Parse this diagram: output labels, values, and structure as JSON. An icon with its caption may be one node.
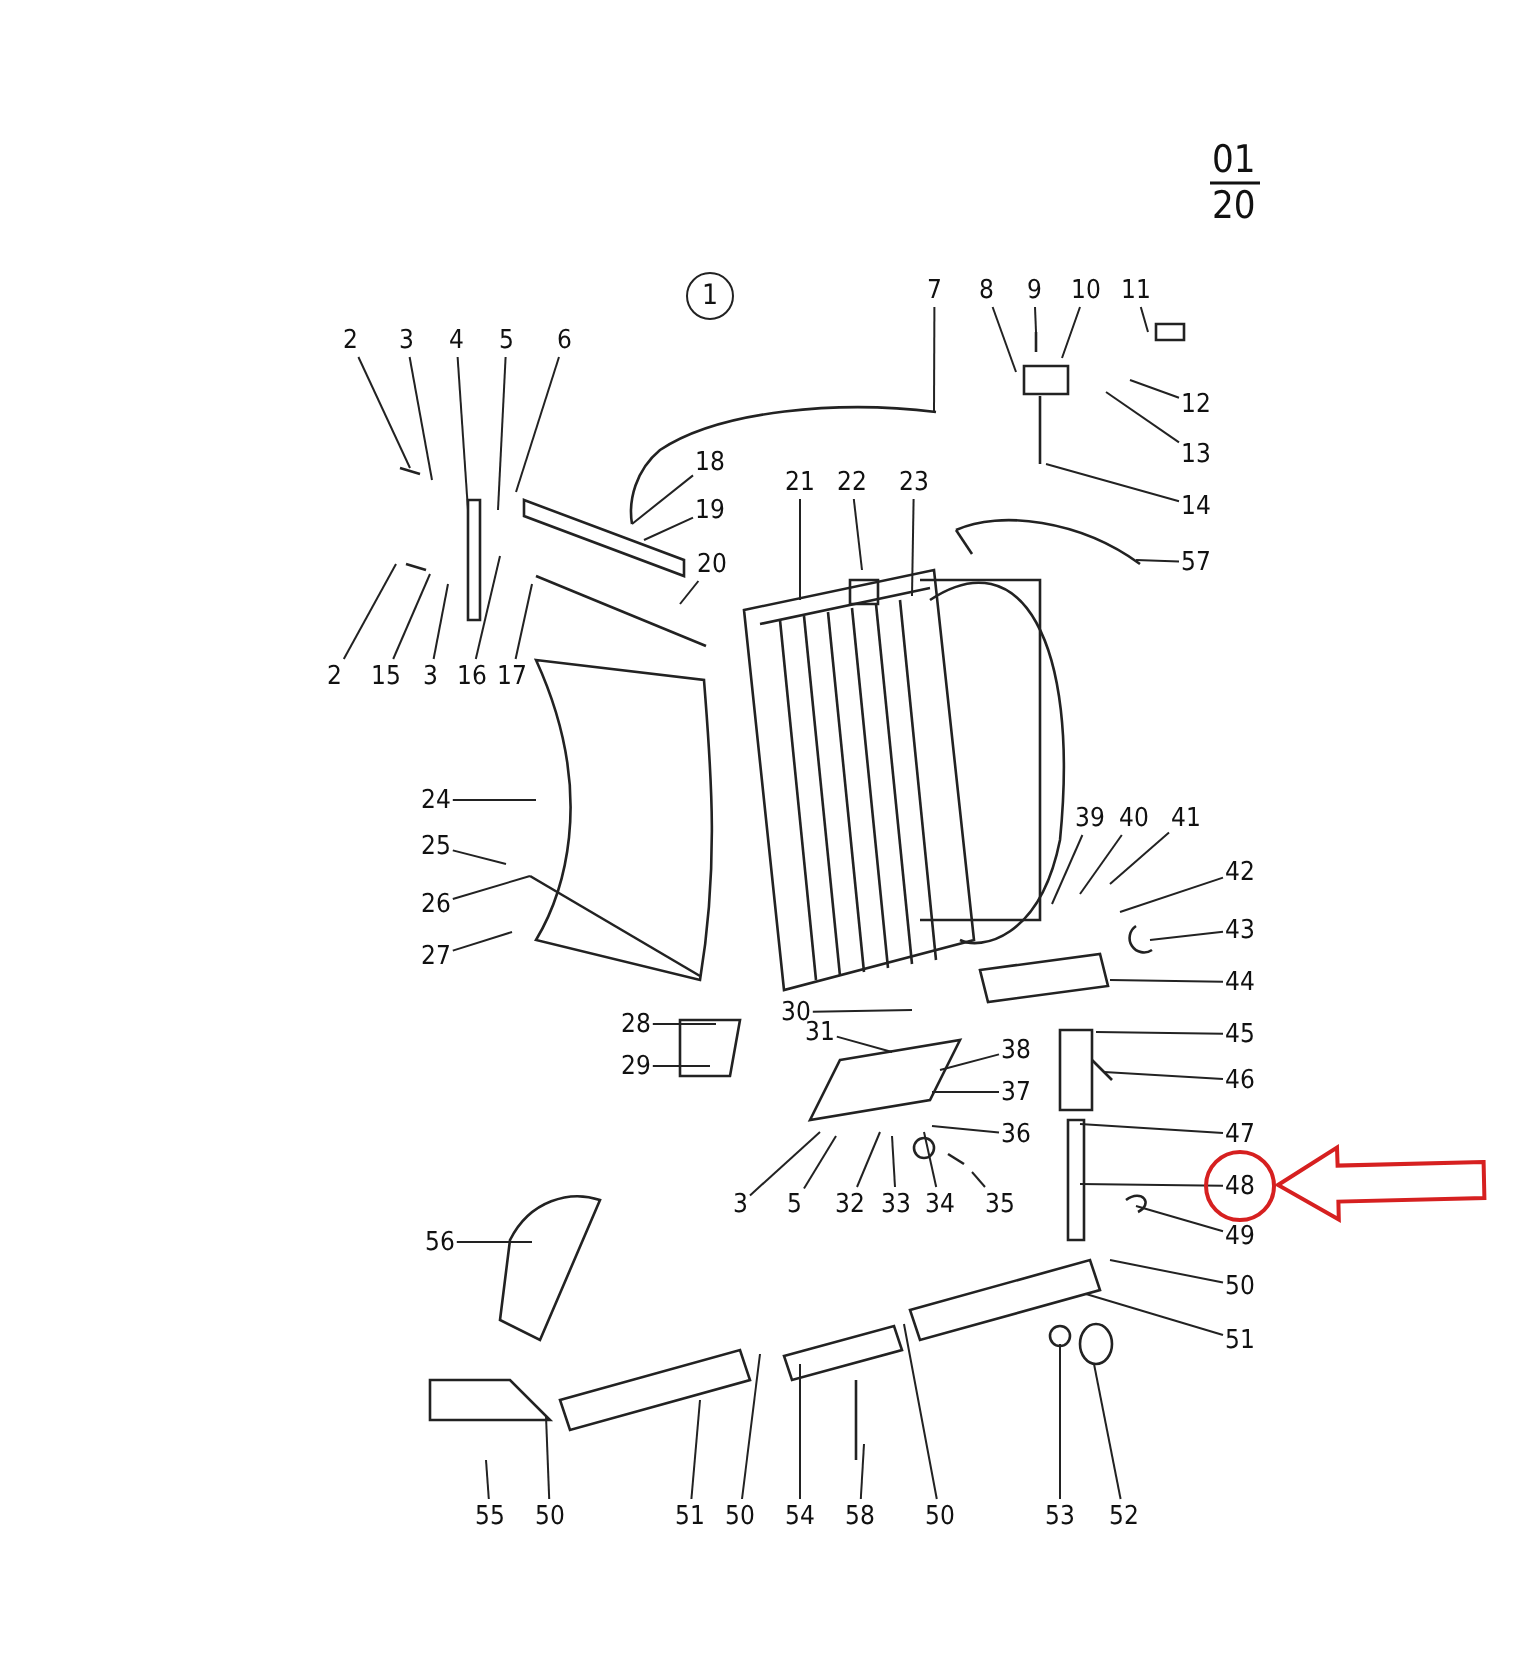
{
  "diagram": {
    "nodes": [
      {
        "text": [
          "1"
        ]
      },
      {
        "text": [
          "7"
        ]
      },
      {
        "text": [
          "8"
        ]
      },
      {
        "text": [
          "9"
        ]
      },
      {
        "text": [
          "10"
        ]
      },
      {
        "text": [
          "11"
        ]
      },
      {
        "text": [
          "2"
        ]
      },
      {
        "text": [
          "3"
        ]
      },
      {
        "text": [
          "4"
        ]
      },
      {
        "text": [
          "5"
        ]
      },
      {
        "text": [
          "6"
        ]
      },
      {
        "text": [
          "12"
        ]
      },
      {
        "text": [
          "13"
        ]
      },
      {
        "text": [
          "18"
        ]
      },
      {
        "text": [
          "21"
        ]
      },
      {
        "text": [
          "22"
        ]
      },
      {
        "text": [
          "23"
        ]
      },
      {
        "text": [
          "14"
        ]
      },
      {
        "text": [
          "19"
        ]
      },
      {
        "text": [
          "57"
        ]
      },
      {
        "text": [
          "20"
        ]
      },
      {
        "text": [
          "2"
        ]
      },
      {
        "text": [
          "15"
        ]
      },
      {
        "text": [
          "3"
        ]
      },
      {
        "text": [
          "16"
        ]
      },
      {
        "text": [
          "17"
        ]
      },
      {
        "text": [
          "24"
        ]
      },
      {
        "text": [
          "39"
        ]
      },
      {
        "text": [
          "40"
        ]
      },
      {
        "text": [
          "41"
        ]
      },
      {
        "text": [
          "25"
        ]
      },
      {
        "text": [
          "42"
        ]
      },
      {
        "text": [
          "26"
        ]
      },
      {
        "text": [
          "43"
        ]
      },
      {
        "text": [
          "27"
        ]
      },
      {
        "text": [
          "44"
        ]
      },
      {
        "text": [
          "30"
        ]
      },
      {
        "text": [
          "28"
        ]
      },
      {
        "text": [
          "31"
        ]
      },
      {
        "text": [
          "45"
        ]
      },
      {
        "text": [
          "38"
        ]
      },
      {
        "text": [
          "29"
        ]
      },
      {
        "text": [
          "46"
        ]
      },
      {
        "text": [
          "37"
        ]
      },
      {
        "text": [
          "36"
        ]
      },
      {
        "text": [
          "47"
        ]
      },
      {
        "text": [],
        "shape": "circle"
      },
      {
        "text": [
          "48"
        ],
        "in": 46
      },
      {
        "text": [
          "3"
        ]
      },
      {
        "text": [
          "5"
        ]
      },
      {
        "text": [
          "32"
        ]
      },
      {
        "text": [
          "33"
        ]
      },
      {
        "text": [
          "34"
        ]
      },
      {
        "text": [
          "35"
        ]
      },
      {
        "text": [
          "49"
        ]
      },
      {
        "text": [
          "56"
        ]
      },
      {
        "text": [
          "50"
        ]
      },
      {
        "text": [
          "51"
        ]
      },
      {
        "text": [
          "55"
        ]
      },
      {
        "text": [
          "50"
        ]
      },
      {
        "text": [
          "51"
        ]
      },
      {
        "text": [
          "50"
        ]
      },
      {
        "text": [
          "54"
        ]
      },
      {
        "text": [
          "58"
        ]
      },
      {
        "text": [
          "50"
        ]
      },
      {
        "text": [
          "53"
        ]
      },
      {
        "text": [
          "52"
        ]
      }
    ],
    "edges": [
      {
        "from": 1,
        "to": null,
        "arrow": "none"
      },
      {
        "from": 2,
        "to": null,
        "arrow": "none"
      },
      {
        "from": 3,
        "to": null,
        "arrow": "none"
      },
      {
        "from": 4,
        "to": null,
        "arrow": "none"
      },
      {
        "from": 5,
        "to": null,
        "arrow": "none"
      },
      {
        "from": 6,
        "to": null,
        "arrow": "none"
      },
      {
        "from": 7,
        "to": null,
        "arrow": "none"
      },
      {
        "from": 8,
        "to": null,
        "arrow": "none"
      },
      {
        "from": 9,
        "to": null,
        "arrow": "none"
      },
      {
        "from": 10,
        "to": null,
        "arrow": "none"
      },
      {
        "from": 11,
        "to": null,
        "arrow": "none"
      },
      {
        "from": 12,
        "to": null,
        "arrow": "none"
      },
      {
        "from": 13,
        "to": null,
        "arrow": "none"
      },
      {
        "from": 14,
        "to": null,
        "arrow": "none"
      },
      {
        "from": 15,
        "to": null,
        "arrow": "none"
      },
      {
        "from": 16,
        "to": null,
        "arrow": "none"
      },
      {
        "from": 17,
        "to": null,
        "arrow": "none"
      },
      {
        "from": 18,
        "to": null,
        "arrow": "none"
      },
      {
        "from": 19,
        "to": null,
        "arrow": "none"
      },
      {
        "from": 20,
        "to": null,
        "arrow": "none"
      },
      {
        "from": 21,
        "to": null,
        "arrow": "none"
      },
      {
        "from": 22,
        "to": null,
        "arrow": "none"
      },
      {
        "from": 23,
        "to": null,
        "arrow": "none"
      },
      {
        "from": 24,
        "to": null,
        "arrow": "none"
      },
      {
        "from": 25,
        "to": null,
        "arrow": "none"
      },
      {
        "from": 26,
        "to": null,
        "arrow": "none"
      },
      {
        "from": 27,
        "to": null,
        "arrow": "none"
      },
      {
        "from": 28,
        "to": null,
        "arrow": "none"
      },
      {
        "from": 29,
        "to": null,
        "arrow": "none"
      },
      {
        "from": 30,
        "to": null,
        "arrow": "none"
      },
      {
        "from": 31,
        "to": null,
        "arrow": "none"
      },
      {
        "from": 32,
        "to": null,
        "arrow": "none"
      },
      {
        "from": 33,
        "to": null,
        "arrow": "none"
      },
      {
        "from": 34,
        "to": null,
        "arrow": "none"
      },
      {
        "from": 35,
        "to": null,
        "arrow": "none"
      },
      {
        "from": 36,
        "to": null,
        "arrow": "none"
      },
      {
        "from": 37,
        "to": null,
        "arrow": "none"
      },
      {
        "from": 38,
        "to": null,
        "arrow": "none"
      },
      {
        "from": 39,
        "to": null,
        "arrow": "none"
      },
      {
        "from": 40,
        "to": null,
        "arrow": "none"
      },
      {
        "from": 41,
        "to": null,
        "arrow": "none"
      },
      {
        "from": 42,
        "to": null,
        "arrow": "none"
      },
      {
        "from": 43,
        "to": null,
        "arrow": "none"
      },
      {
        "from": 44,
        "to": null,
        "arrow": "none"
      },
      {
        "from": 45,
        "to": null,
        "arrow": "none"
      },
      {
        "from": 47,
        "to": null,
        "arrow": "none"
      },
      {
        "from": 48,
        "to": null,
        "arrow": "none"
      },
      {
        "from": 49,
        "to": null,
        "arrow": "none"
      },
      {
        "from": 50,
        "to": null,
        "arrow": "none"
      },
      {
        "from": 51,
        "to": null,
        "arrow": "none"
      },
      {
        "from": 52,
        "to": null,
        "arrow": "none"
      },
      {
        "from": 53,
        "to": null,
        "arrow": "none"
      },
      {
        "from": 54,
        "to": null,
        "arrow": "none"
      },
      {
        "from": 55,
        "to": null,
        "arrow": "none"
      },
      {
        "from": 56,
        "to": null,
        "arrow": "none"
      },
      {
        "from": 57,
        "to": null,
        "arrow": "none"
      },
      {
        "from": 58,
        "to": null,
        "arrow": "none"
      },
      {
        "from": 59,
        "to": null,
        "arrow": "none"
      },
      {
        "from": 60,
        "to": null,
        "arrow": "none"
      },
      {
        "from": 61,
        "to": null,
        "arrow": "none"
      },
      {
        "from": 62,
        "to": null,
        "arrow": "none"
      },
      {
        "from": 63,
        "to": null,
        "arrow": "none"
      },
      {
        "from": 64,
        "to": null,
        "arrow": "none"
      },
      {
        "from": 65,
        "to": null,
        "arrow": "none"
      },
      {
        "from": 66,
        "to": null,
        "arrow": "none"
      },
      {
        "from": null,
        "to": 46,
        "arrow": "to",
        "color": "#d62020"
      }
    ],
    "labels": [
      "01",
      "20"
    ]
  }
}
